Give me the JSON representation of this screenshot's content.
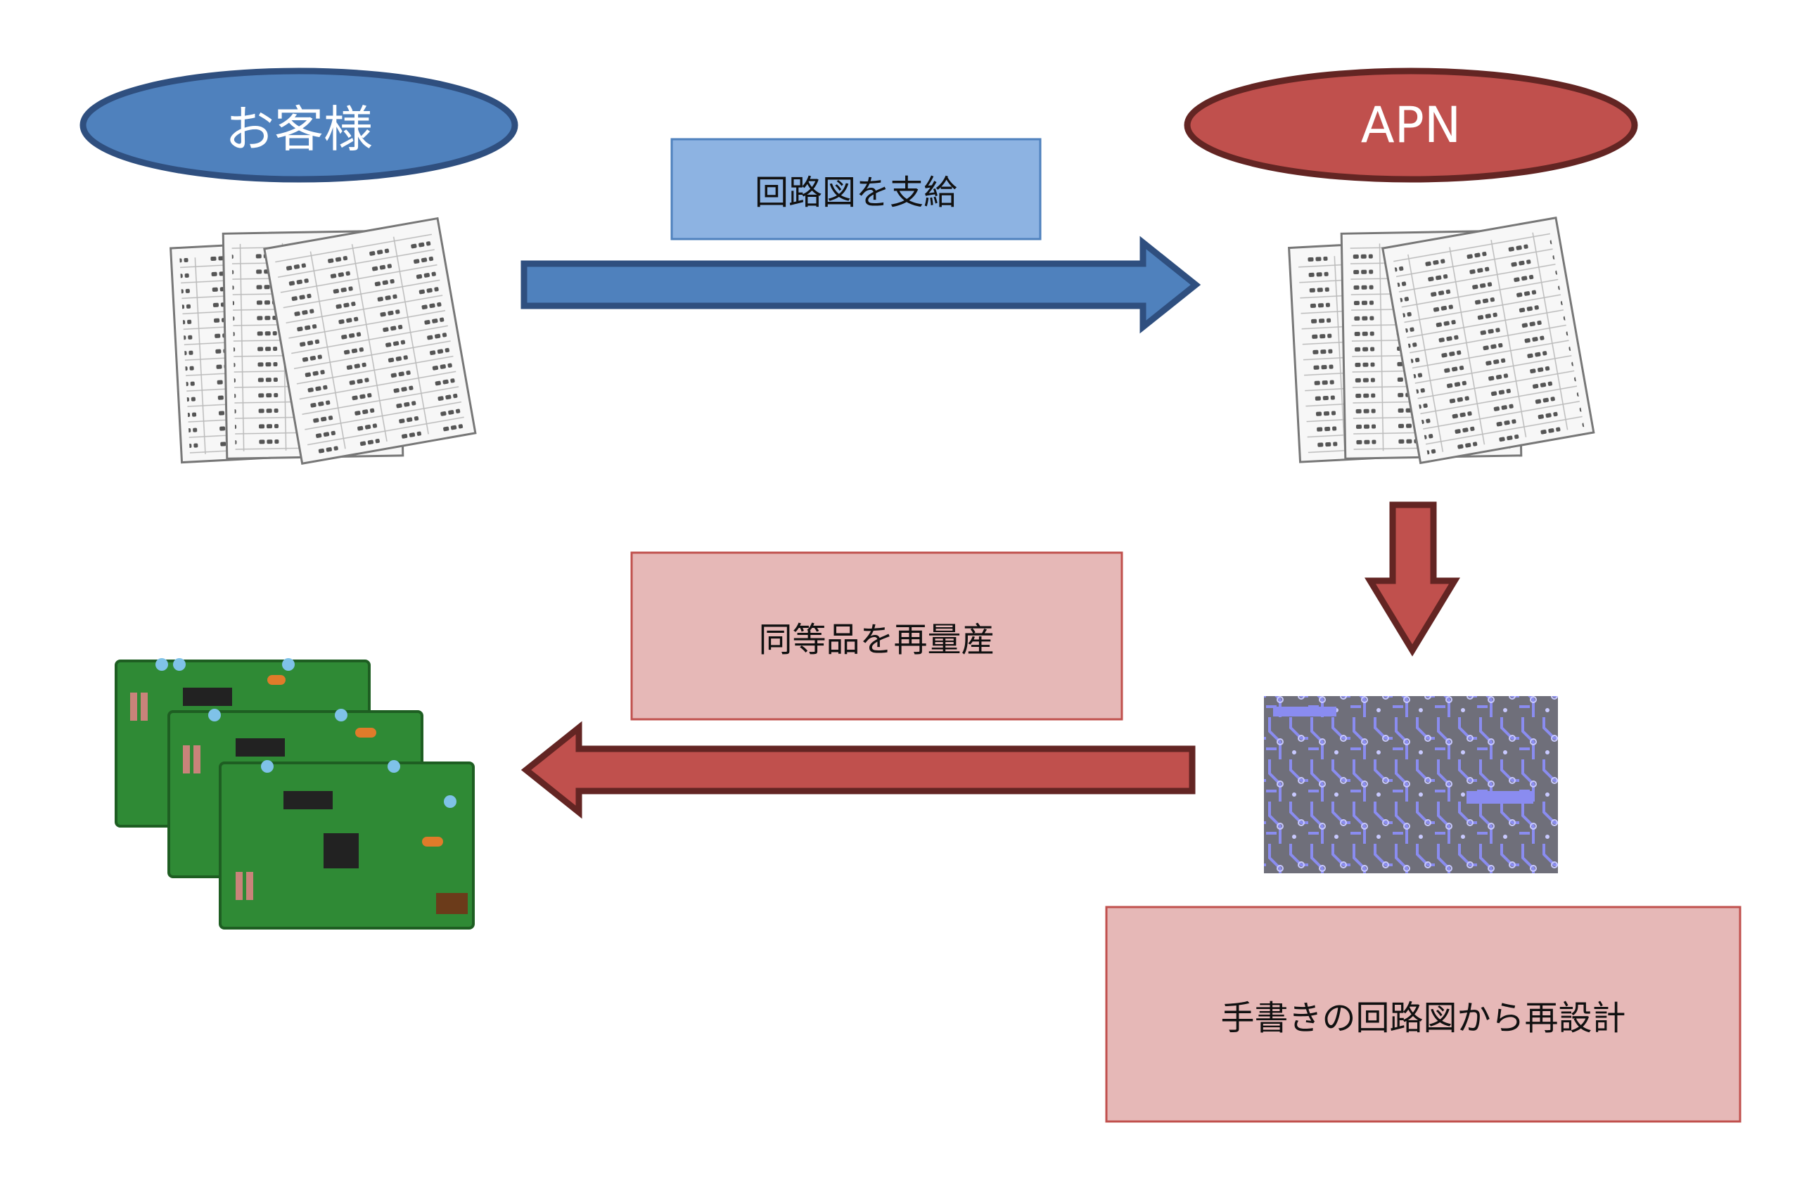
{
  "nodes": {
    "customer": {
      "label": "お客様",
      "fill": "#4f81bd",
      "stroke": "#2f4f7f"
    },
    "apn": {
      "label": "APN",
      "fill": "#c0504d",
      "stroke": "#632523"
    }
  },
  "steps": {
    "supply": {
      "label": "回路図を支給",
      "fill": "#8db3e2",
      "stroke": "#4f81bd"
    },
    "redesign": {
      "label": "手書きの回路図から再設計",
      "fill": "#e6b8b7",
      "stroke": "#c0504d"
    },
    "mass_production": {
      "label": "同等品を再量産",
      "fill": "#e6b8b7",
      "stroke": "#c0504d"
    }
  },
  "arrows": {
    "to_apn": {
      "fill": "#4f81bd",
      "stroke": "#2f4f7f"
    },
    "down": {
      "fill": "#c0504d",
      "stroke": "#632523"
    },
    "to_customer": {
      "fill": "#c0504d",
      "stroke": "#632523"
    }
  },
  "illustrations": {
    "customer_documents": "document-stack-icon",
    "apn_documents": "document-stack-icon",
    "circuit_design": "circuit-pattern-icon",
    "circuit_boards": "pcb-boards-icon"
  }
}
